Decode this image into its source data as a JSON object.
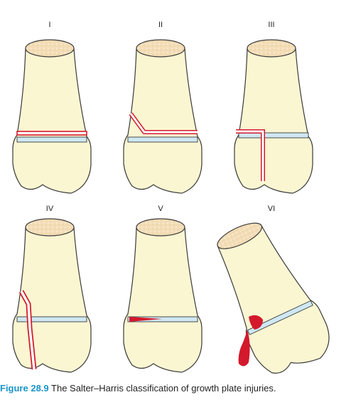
{
  "panels": [
    {
      "id": "I",
      "label": "I"
    },
    {
      "id": "II",
      "label": "II"
    },
    {
      "id": "III",
      "label": "III"
    },
    {
      "id": "IV",
      "label": "IV"
    },
    {
      "id": "V",
      "label": "V"
    },
    {
      "id": "VI",
      "label": "VI"
    }
  ],
  "caption": {
    "figure_label": "Figure 28.9",
    "text": "The Salter–Harris classification of growth plate injuries."
  },
  "colors": {
    "bone_fill": "#fbf6d2",
    "bone_outline": "#3a3a3a",
    "bone_end": "#f3ddb6",
    "growth_plate": "#cfe8f3",
    "fracture": "#d4192c",
    "caption_accent": "#1a95c9"
  }
}
